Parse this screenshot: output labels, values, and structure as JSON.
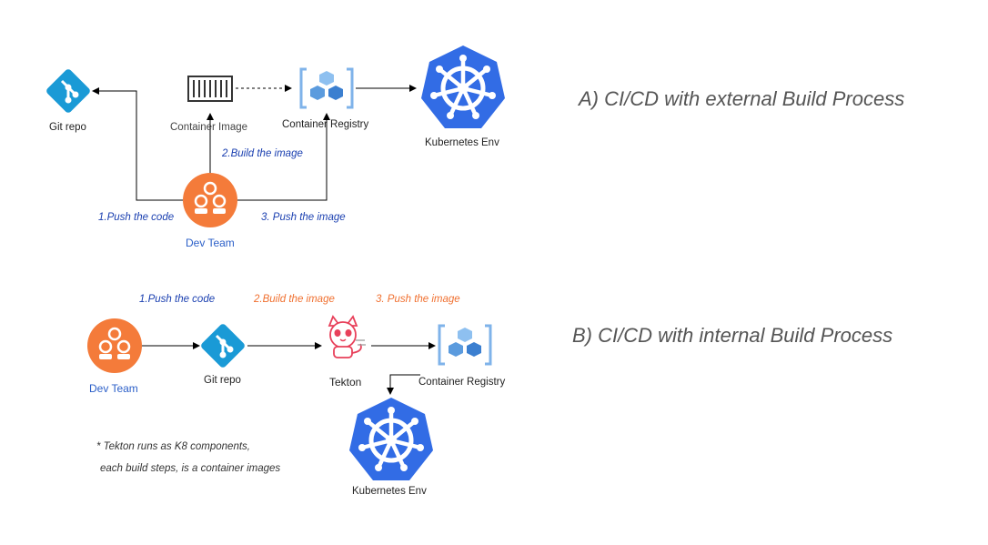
{
  "colors": {
    "git": "#1a9ad6",
    "devteam": "#f47b3a",
    "registry": "#5b9bde",
    "kubernetes": "#326ce5",
    "blue_label": "#1a3fb0",
    "orange_label": "#f07030",
    "tekton": "#e8405a"
  },
  "diagram_a": {
    "title": "A) CI/CD with external Build Process",
    "git_repo": "Git repo",
    "container_image": "Container Image",
    "container_registry": "Container Registry",
    "kubernetes_env": "Kubernetes Env",
    "dev_team": "Dev Team",
    "step1": "1.Push the code",
    "step2": "2.Build the image",
    "step3": "3. Push the image"
  },
  "diagram_b": {
    "title": "B) CI/CD with internal Build Process",
    "dev_team": "Dev Team",
    "git_repo": "Git repo",
    "tekton": "Tekton",
    "container_registry": "Container Registry",
    "kubernetes_env": "Kubernetes Env",
    "step1": "1.Push the code",
    "step2": "2.Build the image",
    "step3": "3. Push the image",
    "note_line1": "* Tekton runs as K8 components,",
    "note_line2": "each build steps, is a container images"
  }
}
